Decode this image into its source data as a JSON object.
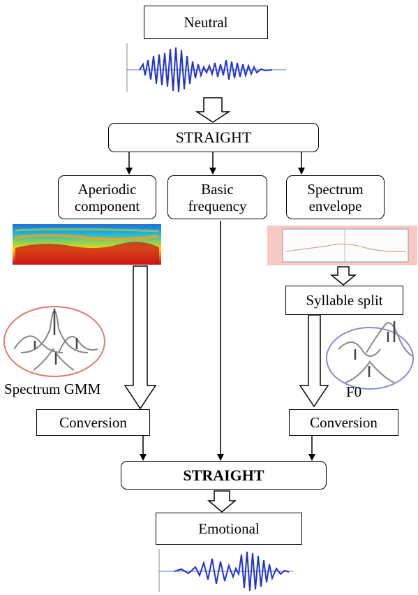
{
  "nodes": {
    "neutral": "Neutral",
    "straight_top": "STRAIGHT",
    "aperiodic": [
      "Aperiodic",
      "component"
    ],
    "basic": [
      "Basic",
      "frequency"
    ],
    "spectrum_env": [
      "Spectrum",
      "envelope"
    ],
    "syllable": "Syllable split",
    "conv_left": "Conversion",
    "conv_right": "Conversion",
    "straight_bottom": "STRAIGHT",
    "emotional": "Emotional"
  },
  "labels": {
    "gmm": "Spectrum GMM",
    "f0": "F0"
  },
  "colors": {
    "waveform": "#2233cc",
    "gmm_ellipse_left": "#e07a70",
    "gmm_ellipse_right": "#8888dd",
    "spectrum_panel": "#f7c9c4"
  }
}
